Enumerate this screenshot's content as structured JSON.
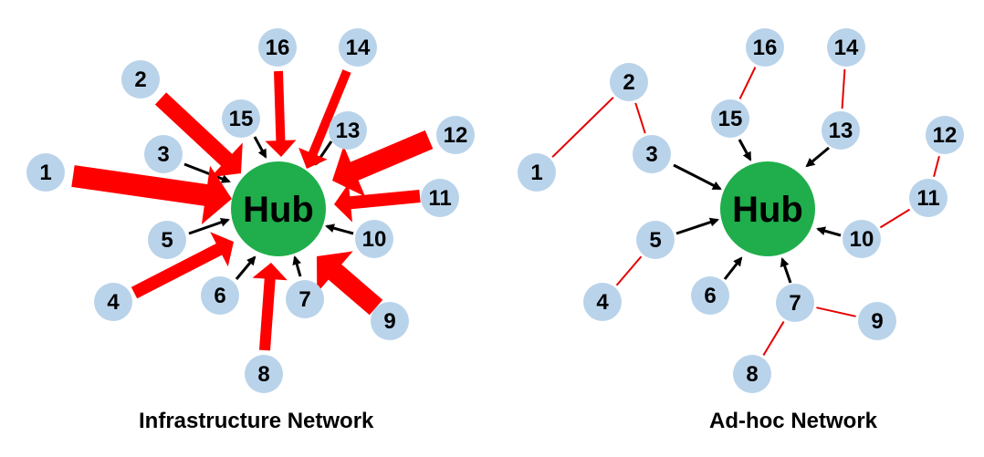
{
  "colors": {
    "node_fill": "#b9d3ea",
    "hub_fill": "#1fae4b",
    "hub_link": "#000000",
    "relay_link": "#e60000",
    "flow_arrow": "#ff0000"
  },
  "diagrams": [
    {
      "caption": "Infrastructure Network",
      "hub_label": "Hub",
      "nodes": [
        "1",
        "2",
        "3",
        "4",
        "5",
        "6",
        "7",
        "8",
        "9",
        "10",
        "11",
        "12",
        "13",
        "14",
        "15",
        "16"
      ],
      "direct_links": [
        "3",
        "5",
        "6",
        "7",
        "10",
        "13",
        "15"
      ],
      "red_arrows": [
        "1",
        "2",
        "4",
        "8",
        "9",
        "11",
        "12",
        "14",
        "16"
      ]
    },
    {
      "caption": "Ad-hoc Network",
      "hub_label": "Hub",
      "nodes": [
        "1",
        "2",
        "3",
        "4",
        "5",
        "6",
        "7",
        "8",
        "9",
        "10",
        "11",
        "12",
        "13",
        "14",
        "15",
        "16"
      ],
      "hub_links": [
        "3",
        "5",
        "6",
        "7",
        "10",
        "13",
        "15"
      ],
      "peer_links": [
        [
          "1",
          "2"
        ],
        [
          "2",
          "3"
        ],
        [
          "4",
          "5"
        ],
        [
          "8",
          "7"
        ],
        [
          "9",
          "7"
        ],
        [
          "11",
          "10"
        ],
        [
          "12",
          "11"
        ],
        [
          "14",
          "13"
        ],
        [
          "16",
          "15"
        ]
      ]
    }
  ]
}
